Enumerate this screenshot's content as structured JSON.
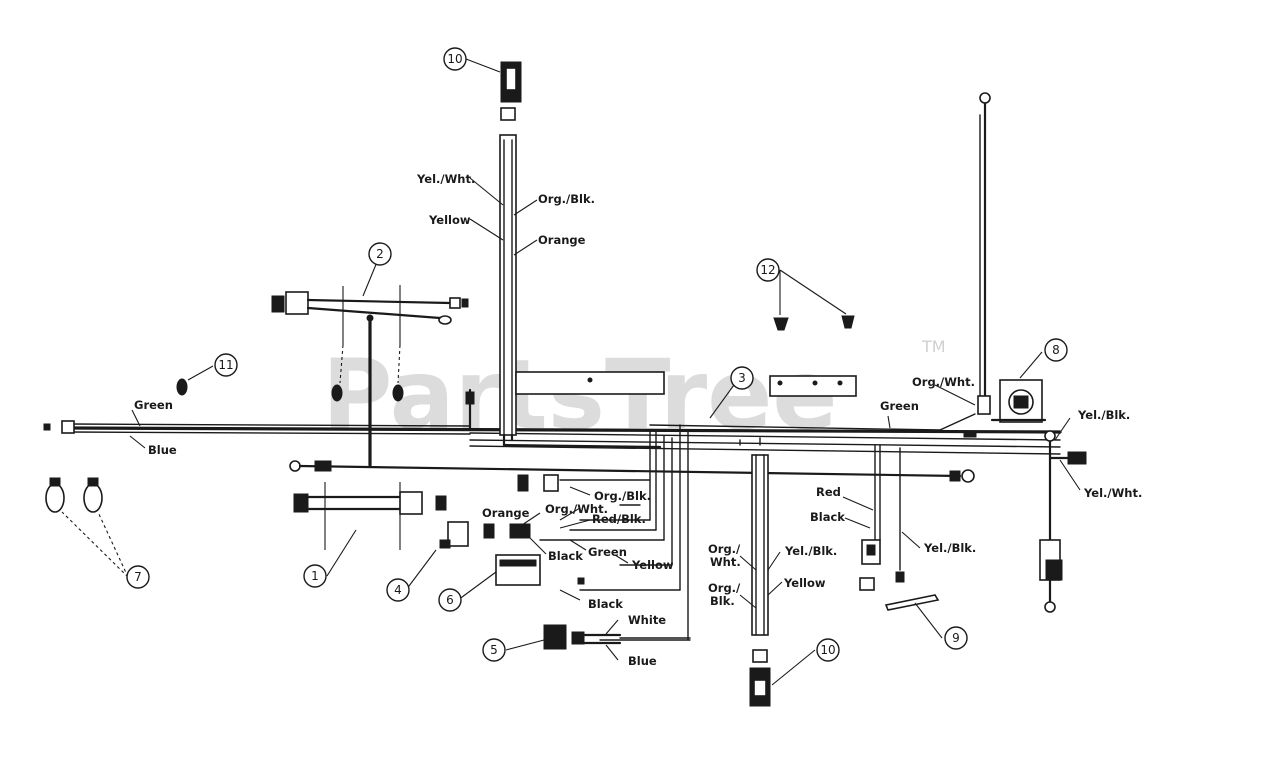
{
  "watermark": {
    "text": "PartsTree",
    "tm": "TM"
  },
  "callouts": [
    "1",
    "2",
    "3",
    "4",
    "5",
    "6",
    "7",
    "8",
    "9",
    "10",
    "11",
    "12",
    "10"
  ],
  "wire_labels": {
    "yel_wht_top": "Yel./Wht.",
    "yellow_top": "Yellow",
    "org_blk_top": "Org./Blk.",
    "orange_top": "Orange",
    "green_left": "Green",
    "blue_left": "Blue",
    "org_wht_right": "Org./Wht.",
    "green_right": "Green",
    "yel_blk_right": "Yel./Blk.",
    "yel_wht_right": "Yel./Wht.",
    "org_blk_mid": "Org./Blk.",
    "org_wht_mid": "Org./Wht.",
    "red_blk_mid": "Red/Blk.",
    "orange_mid": "Orange",
    "black_mid": "Black",
    "green_mid": "Green",
    "yellow_mid": "Yellow",
    "black_low": "Black",
    "white_low": "White",
    "blue_low": "Blue",
    "org_wht_lower1": "Org./",
    "org_wht_lower2": "Wht.",
    "org_blk_lower1": "Org./",
    "org_blk_lower2": "Blk.",
    "yel_blk_lower": "Yel./Blk.",
    "yellow_lower": "Yellow",
    "red_right": "Red",
    "black_right": "Black",
    "yel_blk_right_low": "Yel./Blk."
  }
}
